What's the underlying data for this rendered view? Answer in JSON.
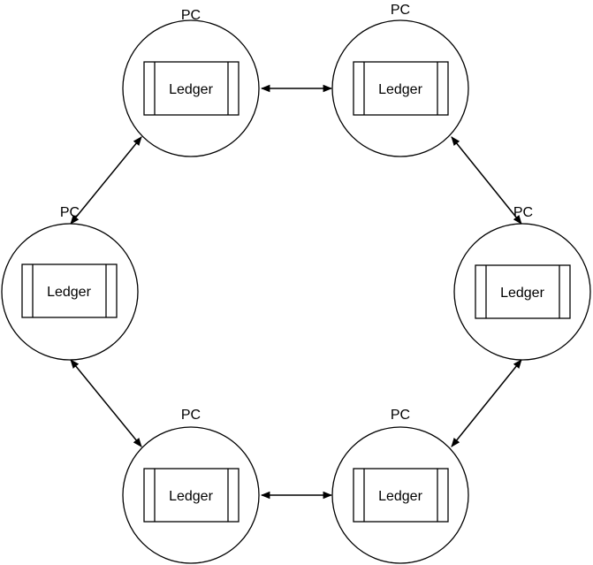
{
  "colors": {
    "stroke": "#000000",
    "background": "#ffffff"
  },
  "nodes": [
    {
      "label": "PC",
      "ledger_label": "Ledger"
    },
    {
      "label": "PC",
      "ledger_label": "Ledger"
    },
    {
      "label": "PC",
      "ledger_label": "Ledger"
    },
    {
      "label": "PC",
      "ledger_label": "Ledger"
    },
    {
      "label": "PC",
      "ledger_label": "Ledger"
    },
    {
      "label": "PC",
      "ledger_label": "Ledger"
    }
  ]
}
